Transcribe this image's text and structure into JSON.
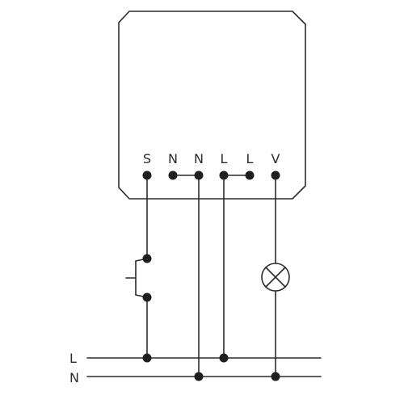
{
  "device": {
    "terminals": [
      "S",
      "N",
      "N",
      "L",
      "L",
      "V"
    ]
  },
  "bus": {
    "line_label": "L",
    "neutral_label": "N"
  },
  "colors": {
    "stroke": "#2b2b2b",
    "dot": "#1f1f1f",
    "background": "#ffffff"
  },
  "icons": {
    "switch": "push-button-switch-icon",
    "lamp": "lamp-icon"
  }
}
